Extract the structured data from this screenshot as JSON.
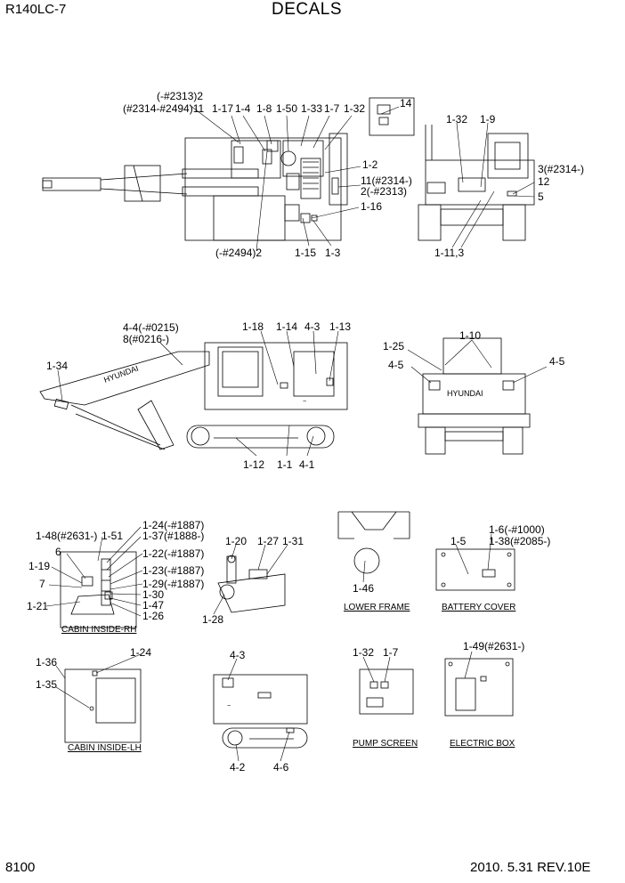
{
  "header": {
    "model": "R140LC-7",
    "title": "DECALS"
  },
  "footer": {
    "page": "8100",
    "date_rev": "2010. 5.31  REV.10E"
  },
  "brand_text": "HYUNDAI",
  "sections": {
    "cabin_rh": "CABIN INSIDE-RH",
    "cabin_lh": "CABIN INSIDE-LH",
    "lower_frame": "LOWER FRAME",
    "battery_cover": "BATTERY COVER",
    "pump_screen": "PUMP SCREEN",
    "electric_box": "ELECTRIC BOX"
  },
  "top_view_labels": [
    "(-#2313)2",
    "(#2314-#2494)11",
    "1-17",
    "1-4",
    "1-8",
    "1-50",
    "1-33",
    "1-7",
    "1-32",
    "14",
    "1-2",
    "11(#2314-)",
    "2(-#2313)",
    "1-16",
    "(-#2494)2",
    "1-15",
    "1-3"
  ],
  "rear_view_labels": [
    "1-32",
    "1-9",
    "3(#2314-)",
    "12",
    "5",
    "1-11,3"
  ],
  "side_view_labels": [
    "4-4(-#0215)",
    "8(#0216-)",
    "1-34",
    "1-18",
    "1-14",
    "4-3",
    "1-13",
    "1-12",
    "1-1",
    "4-1"
  ],
  "rear_view2_labels": [
    "1-25",
    "1-10",
    "4-5",
    "4-5"
  ],
  "cabin_rh_labels": [
    "1-24(-#1887)",
    "1-37(#1888-)",
    "1-48(#2631-)",
    "1-51",
    "6",
    "1-22(-#1887)",
    "1-19",
    "1-23(-#1887)",
    "7",
    "1-29(-#1887)",
    "1-30",
    "1-47",
    "1-21",
    "1-26"
  ],
  "console_labels": [
    "1-20",
    "1-27",
    "1-31",
    "1-28"
  ],
  "lower_frame_labels": [
    "1-46"
  ],
  "battery_labels": [
    "1-5",
    "1-6(-#1000)",
    "1-38(#2085-)"
  ],
  "cabin_lh_labels": [
    "1-24",
    "1-36",
    "1-35"
  ],
  "side2_labels": [
    "4-3",
    "4-2",
    "4-6"
  ],
  "pump_labels": [
    "1-32",
    "1-7"
  ],
  "electric_labels": [
    "1-49(#2631-)"
  ]
}
